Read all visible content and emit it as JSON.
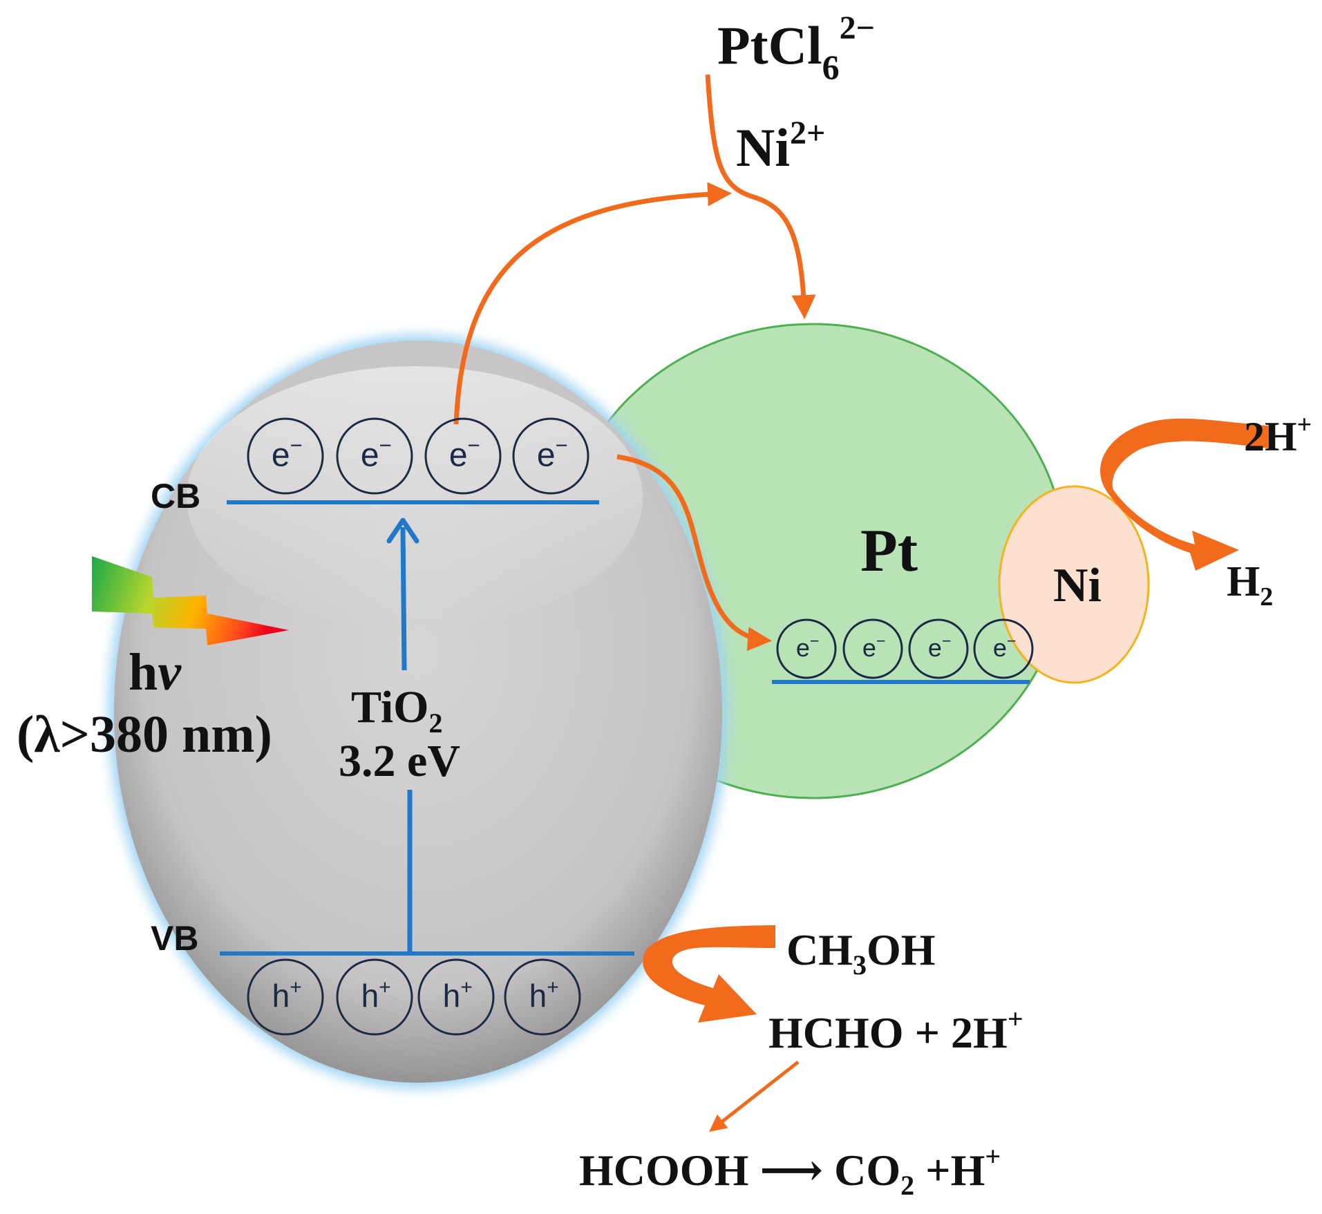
{
  "colors": {
    "tio2_fill": "#c9c7c8",
    "tio2_glow": "#9fd3f2",
    "pt_fill": "#b9e2b6",
    "pt_stroke": "#4caf50",
    "ni_fill": "#fde1d0",
    "ni_stroke": "#f5b21a",
    "band_blue": "#1f78c8",
    "arrow_orange": "#f26b1d",
    "carrier_stroke": "#1b2a44"
  },
  "labels": {
    "ptcl6": {
      "base": "PtCl",
      "sub": "6",
      "sup": "2−"
    },
    "ni2": {
      "base": "Ni",
      "sup": "2+"
    },
    "pt": "Pt",
    "ni": "Ni",
    "two_h_top": {
      "base": "2H",
      "sup": "+"
    },
    "h2": {
      "base": "H",
      "sub": "2"
    },
    "cb": "CB",
    "vb": "VB",
    "tio2": {
      "base": "TiO",
      "sub": "2"
    },
    "band_gap": "3.2 eV",
    "hv": {
      "h": "h",
      "nu": "ν"
    },
    "wavelength": "(λ>380 nm)",
    "ch3oh": {
      "a": "CH",
      "sub": "3",
      "b": "OH"
    },
    "hcho": {
      "base": "HCHO + 2H",
      "sup": "+"
    },
    "hcooh": {
      "a": "HCOOH ⟶ CO",
      "sub": "2",
      "b": " +H",
      "sup": "+"
    }
  },
  "electron_label": {
    "base": "e",
    "sup": "−"
  },
  "hole_label": {
    "base": "h",
    "sup": "+"
  },
  "icons": {
    "light": "light-beam-icon"
  }
}
